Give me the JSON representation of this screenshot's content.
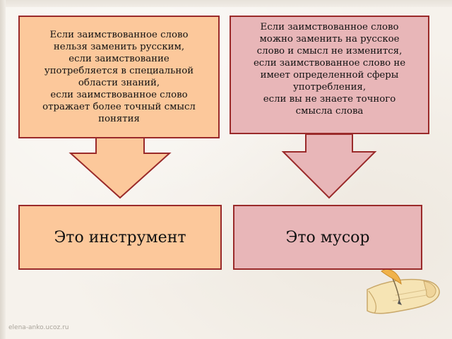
{
  "slide": {
    "left_condition": "Если заимствованное слово\nнельзя заменить русским,\nесли заимствование\nупотребляется в специальной\nобласти знаний,\nесли заимствованное слово\nотражает более  точный смысл\nпонятия",
    "right_condition": "Если заимствованное слово\nможно заменить на русское\nслово и смысл не изменится,\nесли заимствованное слово не\nимеет определенной сферы\nупотребления,\nесли вы не знаете точного\nсмысла слова",
    "left_result": "Это инструмент",
    "right_result": "Это мусор",
    "footer_credit": "elena-anko.ucoz.ru"
  },
  "colors": {
    "orange_fill": "#fcc89b",
    "pink_fill": "#e8b6b8",
    "border": "#9a2a2a"
  },
  "icons": [
    "down-arrow-icon",
    "quill-and-scroll-icon"
  ]
}
